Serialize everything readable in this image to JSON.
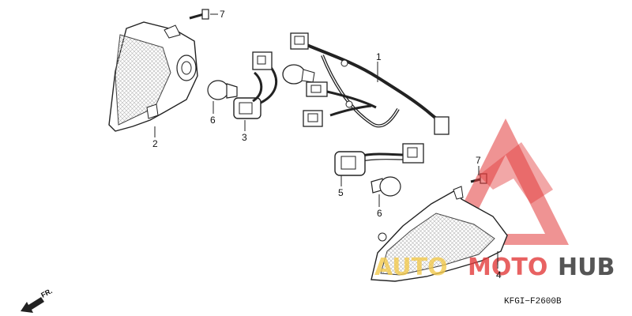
{
  "callouts": {
    "c1": "1",
    "c2": "2",
    "c3": "3",
    "c4": "4",
    "c5": "5",
    "c6a": "6",
    "c6b": "6",
    "c7a": "7",
    "c7b": "7"
  },
  "drawing_code": "KFGI−F2600B",
  "direction_label": "FR.",
  "watermark": {
    "word_auto": "AUTO",
    "word_moto": "MOTO",
    "word_hub": "HUB",
    "color_red": "#e23b3b",
    "color_yellow": "#f2c94c",
    "color_gray": "#555555"
  }
}
